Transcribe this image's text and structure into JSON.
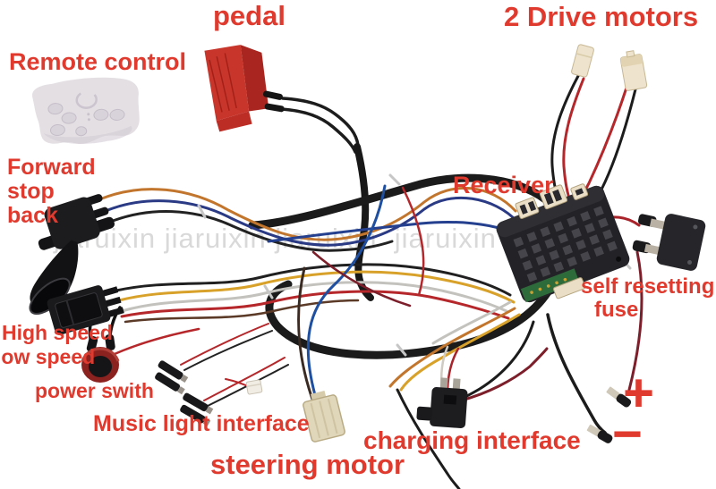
{
  "colors": {
    "label_red": "#e03a2e",
    "watermark_gray": "#d9d9d9",
    "background": "#ffffff"
  },
  "watermark": {
    "text": "jiaruixin jiaruixin jiaruixin  jiaruixin"
  },
  "labels": {
    "pedal": "pedal",
    "drive_motors": "2 Drive motors",
    "remote_control": "Remote control",
    "forward": "Forward",
    "stop": "stop",
    "back": "back",
    "receiver": "Receiver",
    "self_resetting": "self resetting",
    "fuse": "fuse",
    "high_speed": "High speed",
    "low_speed": "low speed",
    "power_switch": "power swith",
    "music_light_interface": "Music light interface",
    "steering_motor": "steering motor",
    "charging_interface": "charging interface",
    "plus": "+",
    "minus": "−"
  },
  "components": [
    "remote-control",
    "foot-pedal",
    "drive-motor-connector-left",
    "drive-motor-connector-right",
    "receiver-control-box",
    "self-resetting-fuse",
    "gear-shifter",
    "speed-rocker-switch",
    "power-push-button",
    "music-light-connectors",
    "mini-connector",
    "steering-motor-connector",
    "charging-connector",
    "battery-positive-terminal",
    "battery-negative-terminal",
    "wiring-harness"
  ]
}
